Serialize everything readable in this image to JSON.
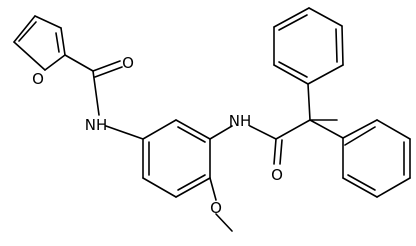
{
  "molecule": {
    "atoms": {
      "furan_oxygen": "O",
      "amide1_oxygen": "O",
      "amide1_nitrogen": "NH",
      "amide2_nitrogen": "NH",
      "amide2_oxygen": "O",
      "methoxy_oxygen": "O"
    }
  },
  "colors": {
    "bond": "#000000",
    "background": "#ffffff"
  }
}
